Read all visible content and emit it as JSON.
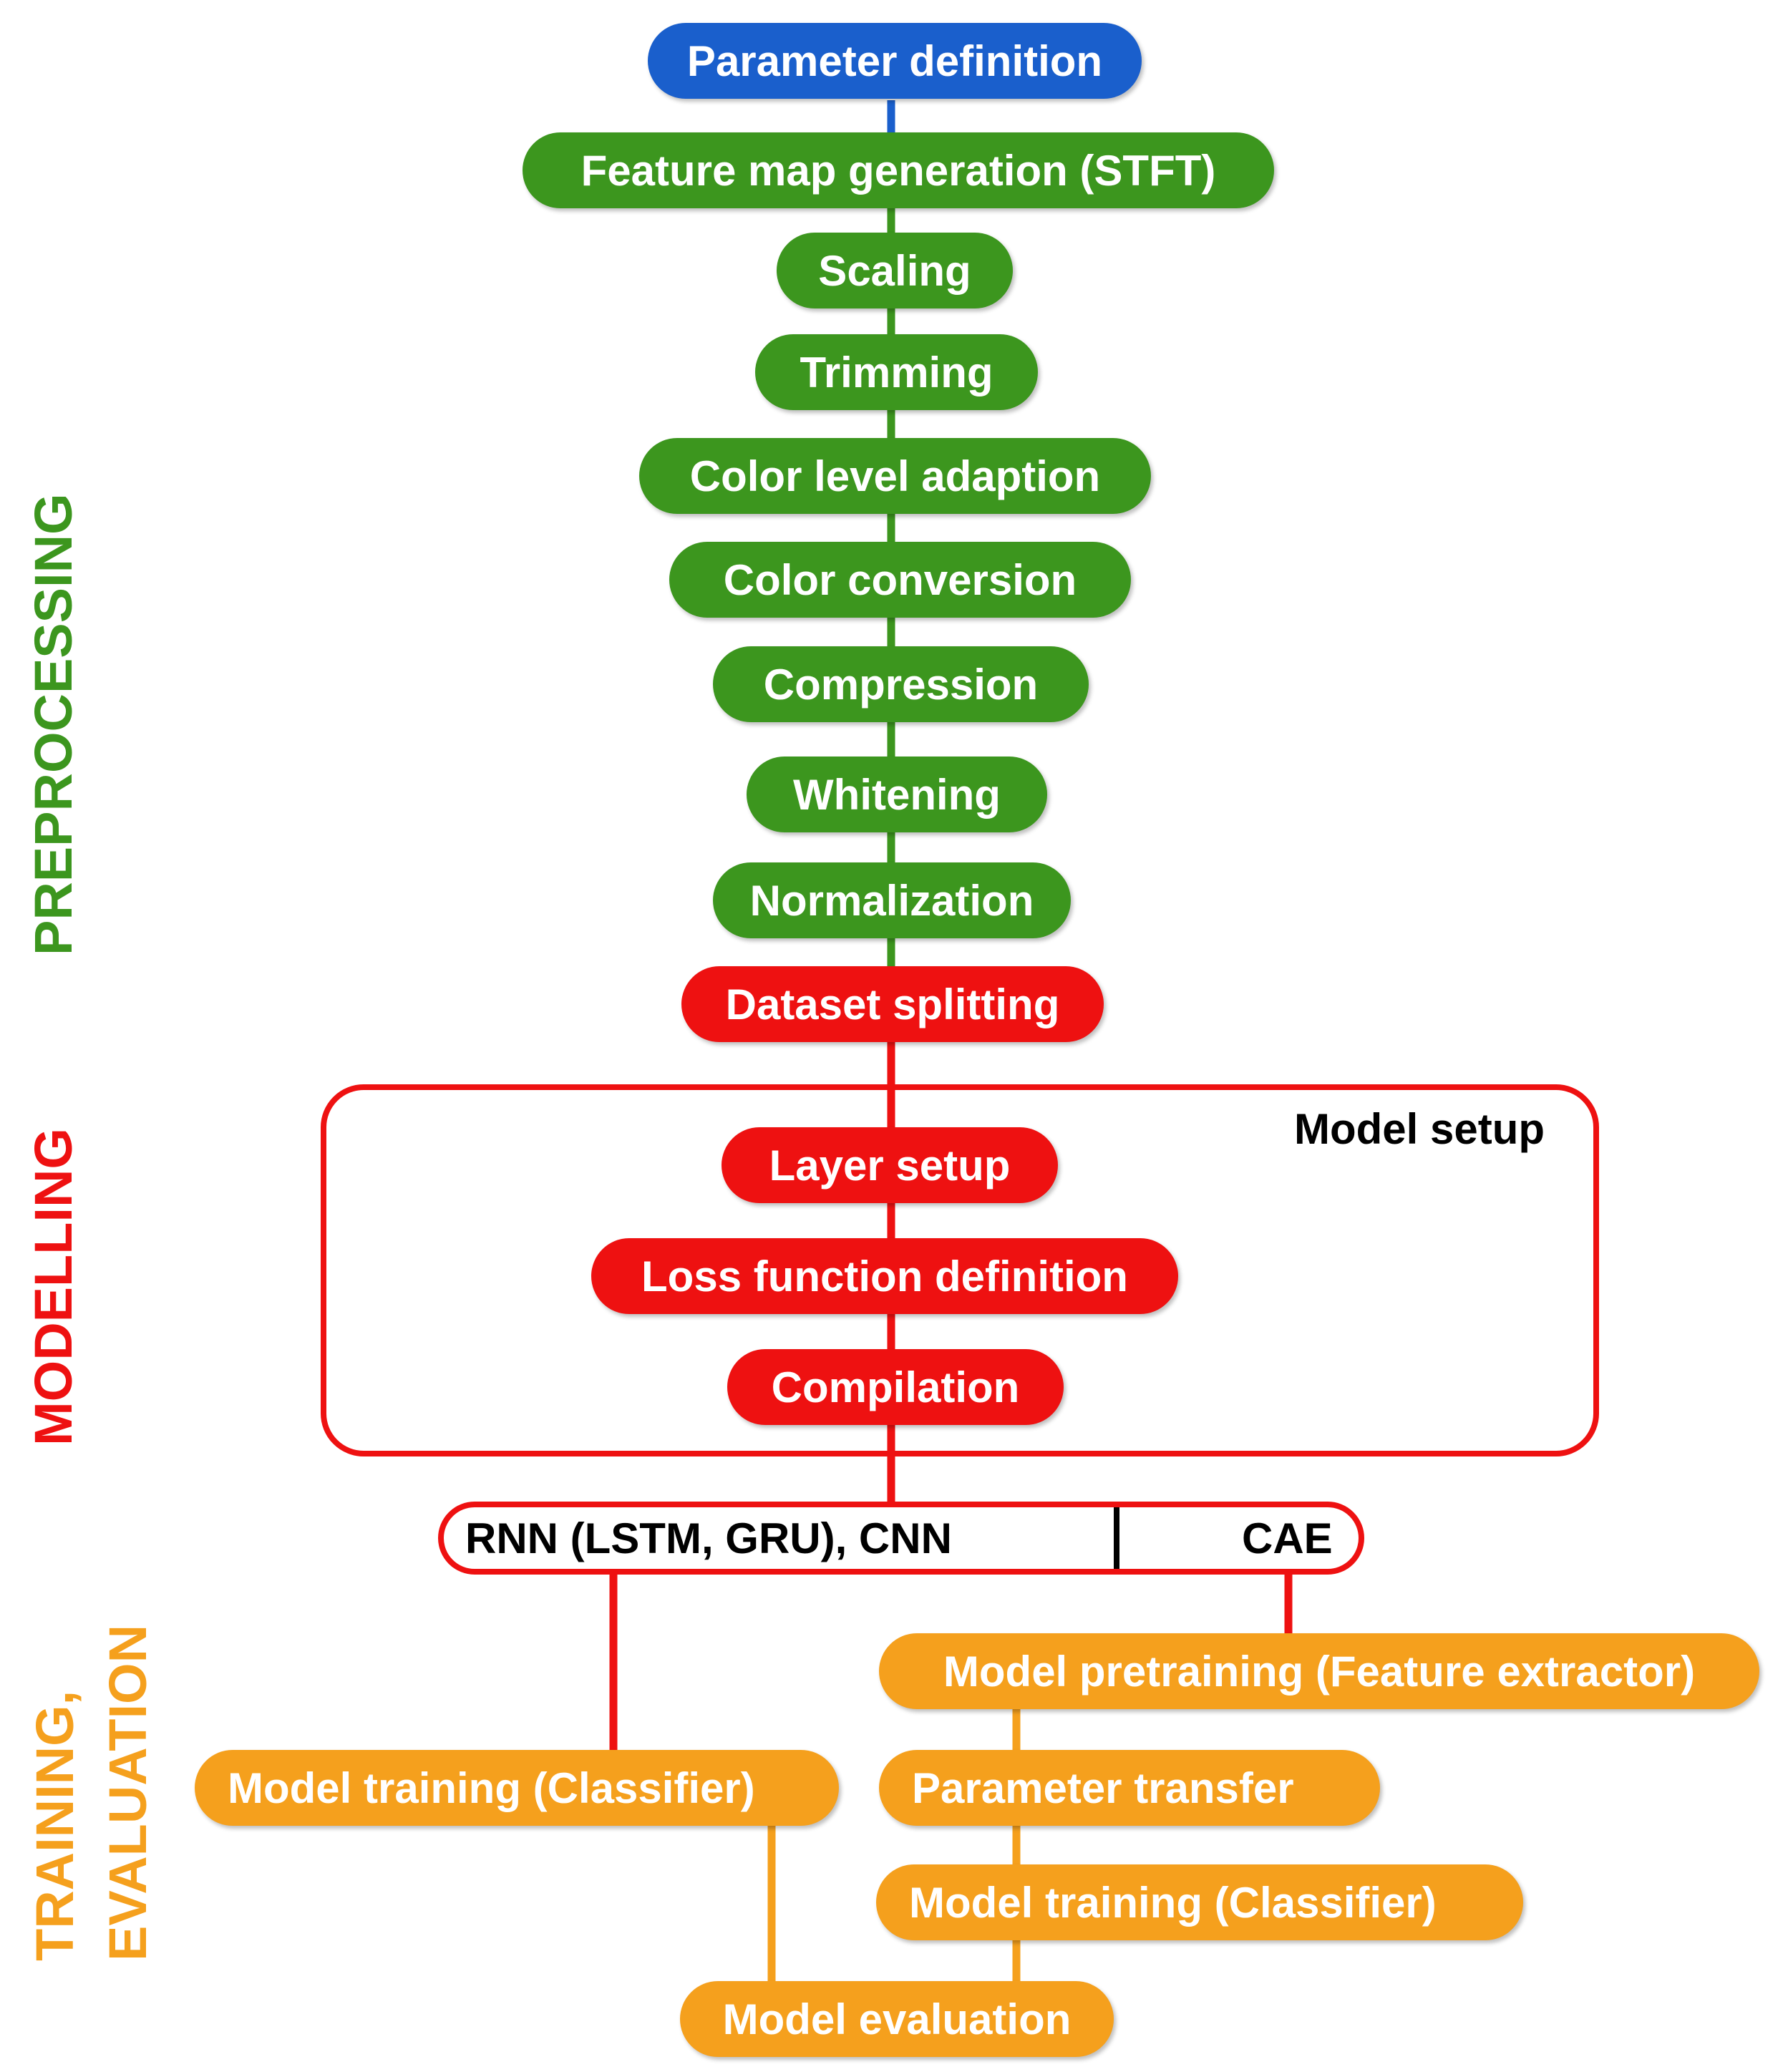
{
  "phases": {
    "preprocessing": "PREPROCESSING",
    "modelling": "MODELLING",
    "training_line1": "TRAINING,",
    "training_line2": "EVALUATION"
  },
  "steps": {
    "parameter_definition": "Parameter definition",
    "feature_map": "Feature map generation (STFT)",
    "scaling": "Scaling",
    "trimming": "Trimming",
    "color_level": "Color level adaption",
    "color_conversion": "Color conversion",
    "compression": "Compression",
    "whitening": "Whitening",
    "normalization": "Normalization",
    "dataset_splitting": "Dataset splitting",
    "layer_setup": "Layer setup",
    "loss_function": "Loss function definition",
    "compilation": "Compilation",
    "model_training_left": "Model training (Classifier)",
    "model_pretraining": "Model pretraining (Feature extractor)",
    "parameter_transfer": "Parameter transfer",
    "model_training_right": "Model training (Classifier)",
    "model_evaluation": "Model evaluation"
  },
  "model_setup_label": "Model setup",
  "model_types": {
    "left": "RNN (LSTM, GRU), CNN",
    "right": "CAE"
  },
  "colors": {
    "definition": "#1a5fcc",
    "preprocessing": "#3c961e",
    "modelling": "#ee1111",
    "training": "#f5a01d"
  }
}
